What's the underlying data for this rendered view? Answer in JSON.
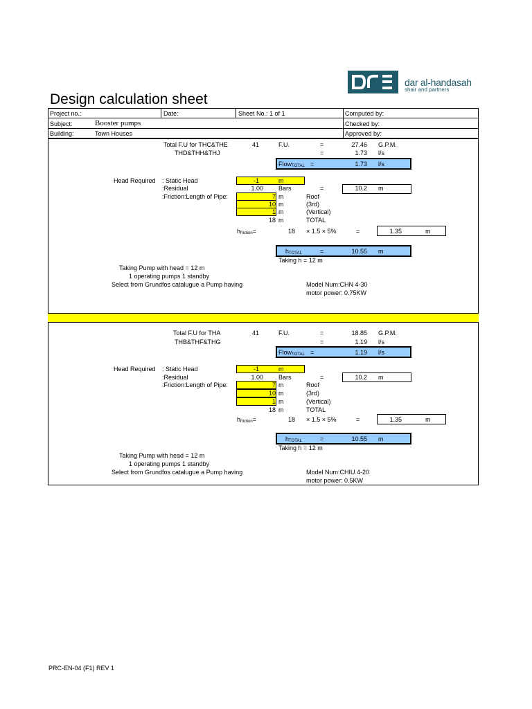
{
  "logo": {
    "name": "dar al-handasah",
    "tagline": "shair and partners",
    "mark": "dar"
  },
  "title": "Design calculation sheet",
  "header": {
    "project_label": "Project no.:",
    "date_label": "Date:",
    "sheet_label": "Sheet No.:  1  of  1",
    "computed_label": "Computed by:",
    "subject_label": "Subject:",
    "subject_value": "Booster pumps",
    "checked_label": "Checked by:",
    "building_label": "Building:",
    "building_value": "Town Houses",
    "approved_label": "Approved by:"
  },
  "section1": {
    "fu_label1": "Total F.U for THC&THE",
    "fu_label2": "THD&THH&THJ",
    "fu_value": "41",
    "fu_unit": "F.U.",
    "eq": "=",
    "gpm_value": "27.46",
    "gpm_unit": "G.P.M.",
    "ls_value": "1.73",
    "ls_unit": "l/s",
    "flow_label": "Flow",
    "flow_sub": "TOTAL",
    "flow_value": "1.73",
    "flow_unit": "l/s",
    "head_required": "Head Required",
    "static_head": ": Static Head",
    "static_value": "-1",
    "static_unit": "m",
    "residual": ":Residual",
    "residual_value": "1.00",
    "residual_unit": "Bars",
    "residual_m": "10.2",
    "residual_m_unit": "m",
    "friction": ":Friction:Length of Pipe:",
    "pipe": [
      {
        "value": "7",
        "unit": "m",
        "note": "Roof"
      },
      {
        "value": "10",
        "unit": "m",
        "note": "(3rd)"
      },
      {
        "value": "1",
        "unit": "m",
        "note": "(Vertical)"
      }
    ],
    "total_value": "18",
    "total_unit": "m",
    "total_note": "TOTAL",
    "hf_label": "h",
    "hf_sub": "friction",
    "hf_eq": "=",
    "hf_len": "18",
    "hf_formula": "× 1.5 × 5%",
    "hf_value": "1.35",
    "hf_unit": "m",
    "htotal_label": "h",
    "htotal_sub": "TOTAL",
    "htotal_value": "10.55",
    "htotal_unit": "m",
    "taking_h": "Taking h = 12 m",
    "pump_line1": "Taking Pump with head = 12 m",
    "pump_line2": "1 operating pumps 1 standby",
    "pump_line3": "Select from Grundfos catalugue a Pump having",
    "model": "Model Num:CHN 4-30",
    "motor": "motor power: 0.75KW"
  },
  "section2": {
    "fu_label1": "Total F.U for THA",
    "fu_label2": "THB&THF&THG",
    "fu_value": "41",
    "fu_unit": "F.U.",
    "eq": "=",
    "gpm_value": "18.85",
    "gpm_unit": "G.P.M.",
    "ls_value": "1.19",
    "ls_unit": "l/s",
    "flow_label": "Flow",
    "flow_sub": "TOTAL",
    "flow_value": "1.19",
    "flow_unit": "l/s",
    "head_required": "Head Required",
    "static_head": ": Static Head",
    "static_value": "-1",
    "static_unit": "m",
    "residual": ":Residual",
    "residual_value": "1.00",
    "residual_unit": "Bars",
    "residual_m": "10.2",
    "residual_m_unit": "m",
    "friction": ":Friction:Length of Pipe:",
    "pipe": [
      {
        "value": "7",
        "unit": "m",
        "note": "Roof"
      },
      {
        "value": "10",
        "unit": "m",
        "note": "(3rd)"
      },
      {
        "value": "1",
        "unit": "m",
        "note": "(Vertical)"
      }
    ],
    "total_value": "18",
    "total_unit": "m",
    "total_note": "TOTAL",
    "hf_label": "h",
    "hf_sub": "friction",
    "hf_eq": "=",
    "hf_len": "18",
    "hf_formula": "× 1.5 × 5%",
    "hf_value": "1.35",
    "hf_unit": "m",
    "htotal_label": "h",
    "htotal_sub": "TOTAL",
    "htotal_value": "10.55",
    "htotal_unit": "m",
    "taking_h": "Taking h = 12 m",
    "pump_line1": "Taking Pump with head = 12 m",
    "pump_line2": "1 operating pumps 1 standby",
    "pump_line3": "Select from Grundfos catalugue a Pump having",
    "model": "Model Num:CHIU 4-20",
    "motor": "motor power: 0.5KW"
  },
  "footer": "PRC-EN-04 (F1) REV 1",
  "colors": {
    "brand": "#1f5a6b",
    "highlight": "#ffff00",
    "flow_box": "#99ccff"
  }
}
